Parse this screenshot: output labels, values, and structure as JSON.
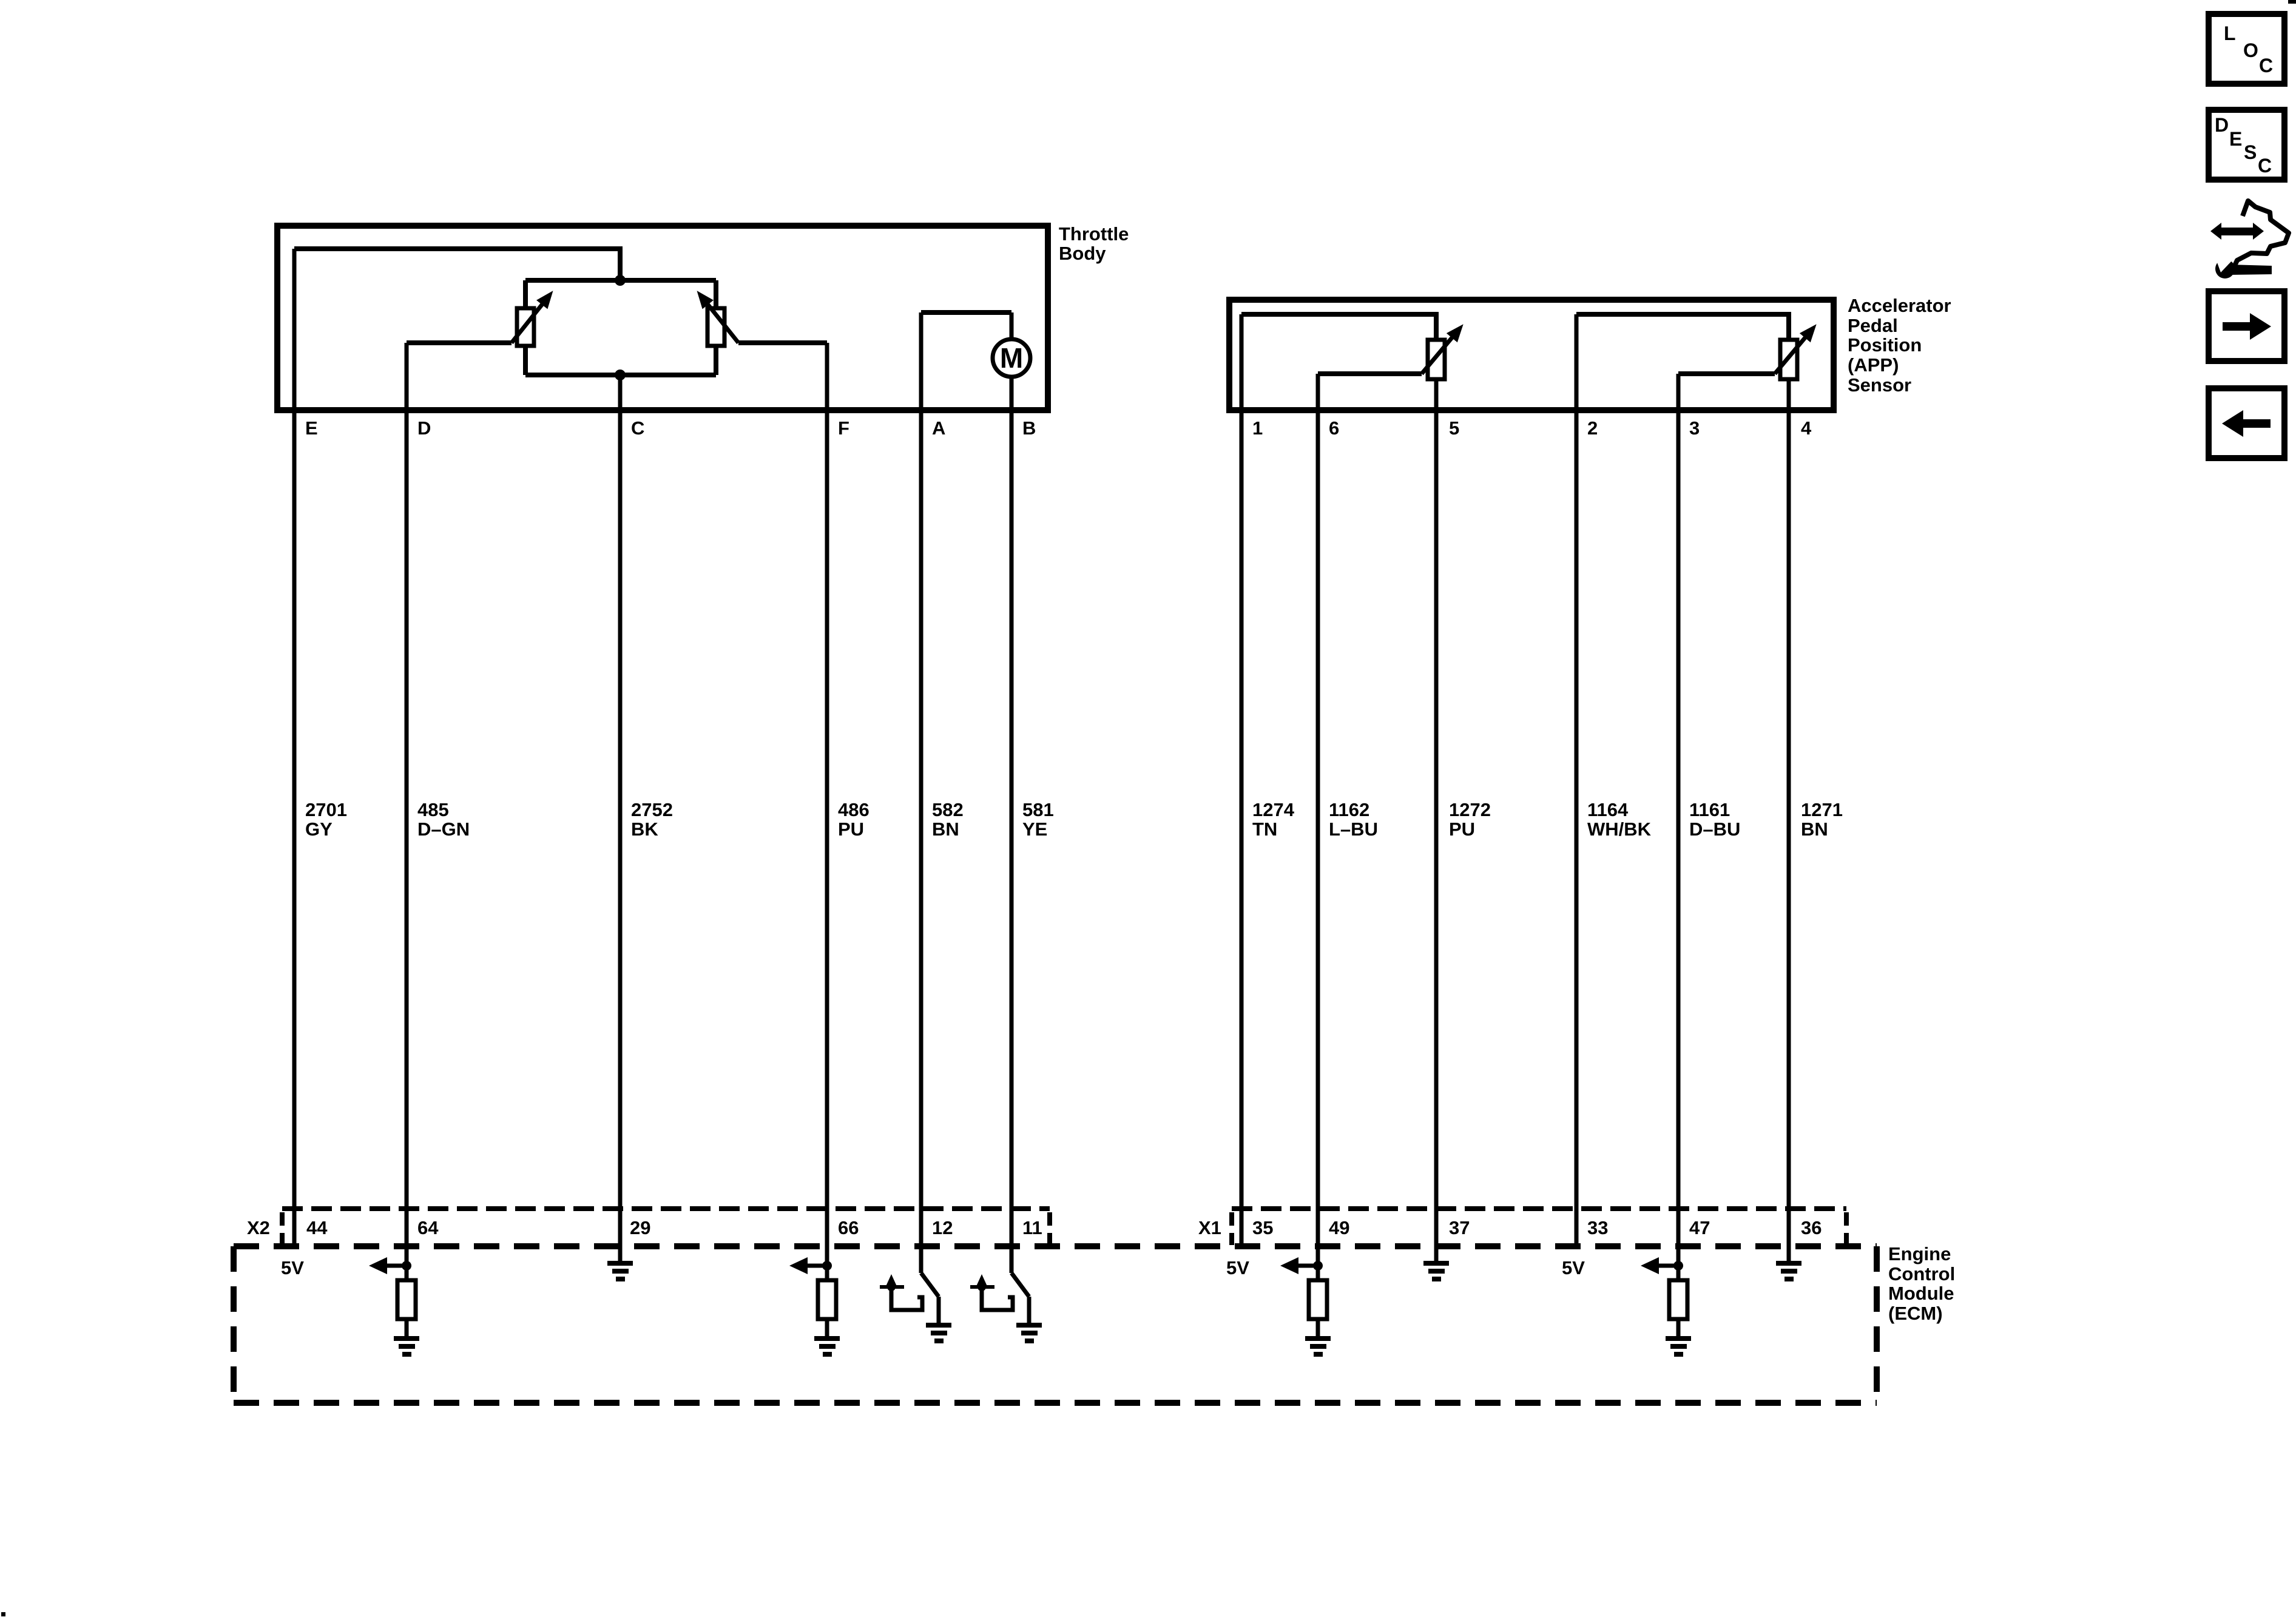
{
  "throttle_body": {
    "name_lines": [
      "Throttle",
      "Body"
    ],
    "motor_label": "M",
    "pins": [
      "E",
      "D",
      "C",
      "F",
      "A",
      "B"
    ]
  },
  "app_sensor": {
    "name_lines": [
      "Accelerator",
      "Pedal",
      "Position",
      "(APP)",
      "Sensor"
    ],
    "pins": [
      "1",
      "6",
      "5",
      "2",
      "3",
      "4"
    ]
  },
  "left_wires": [
    {
      "circuit": "2701",
      "color": "GY"
    },
    {
      "circuit": "485",
      "color": "D–GN"
    },
    {
      "circuit": "2752",
      "color": "BK"
    },
    {
      "circuit": "486",
      "color": "PU"
    },
    {
      "circuit": "582",
      "color": "BN"
    },
    {
      "circuit": "581",
      "color": "YE"
    }
  ],
  "right_wires": [
    {
      "circuit": "1274",
      "color": "TN"
    },
    {
      "circuit": "1162",
      "color": "L–BU"
    },
    {
      "circuit": "1272",
      "color": "PU"
    },
    {
      "circuit": "1164",
      "color": "WH/BK"
    },
    {
      "circuit": "1161",
      "color": "D–BU"
    },
    {
      "circuit": "1271",
      "color": "BN"
    }
  ],
  "ecm": {
    "name_lines": [
      "Engine",
      "Control",
      "Module",
      "(ECM)"
    ],
    "five_volt": "5V",
    "connector_x2": {
      "label": "X2",
      "pins": [
        "44",
        "64",
        "29",
        "66",
        "12",
        "11"
      ]
    },
    "connector_x1": {
      "label": "X1",
      "pins": [
        "35",
        "49",
        "37",
        "33",
        "47",
        "36"
      ]
    }
  },
  "toolbar_icons": {
    "loc_letters": [
      "L",
      "O",
      "C"
    ],
    "desc_letters": [
      "D",
      "E",
      "S",
      "C"
    ]
  },
  "colors": {
    "line": "#000000",
    "background": "#ffffff"
  }
}
